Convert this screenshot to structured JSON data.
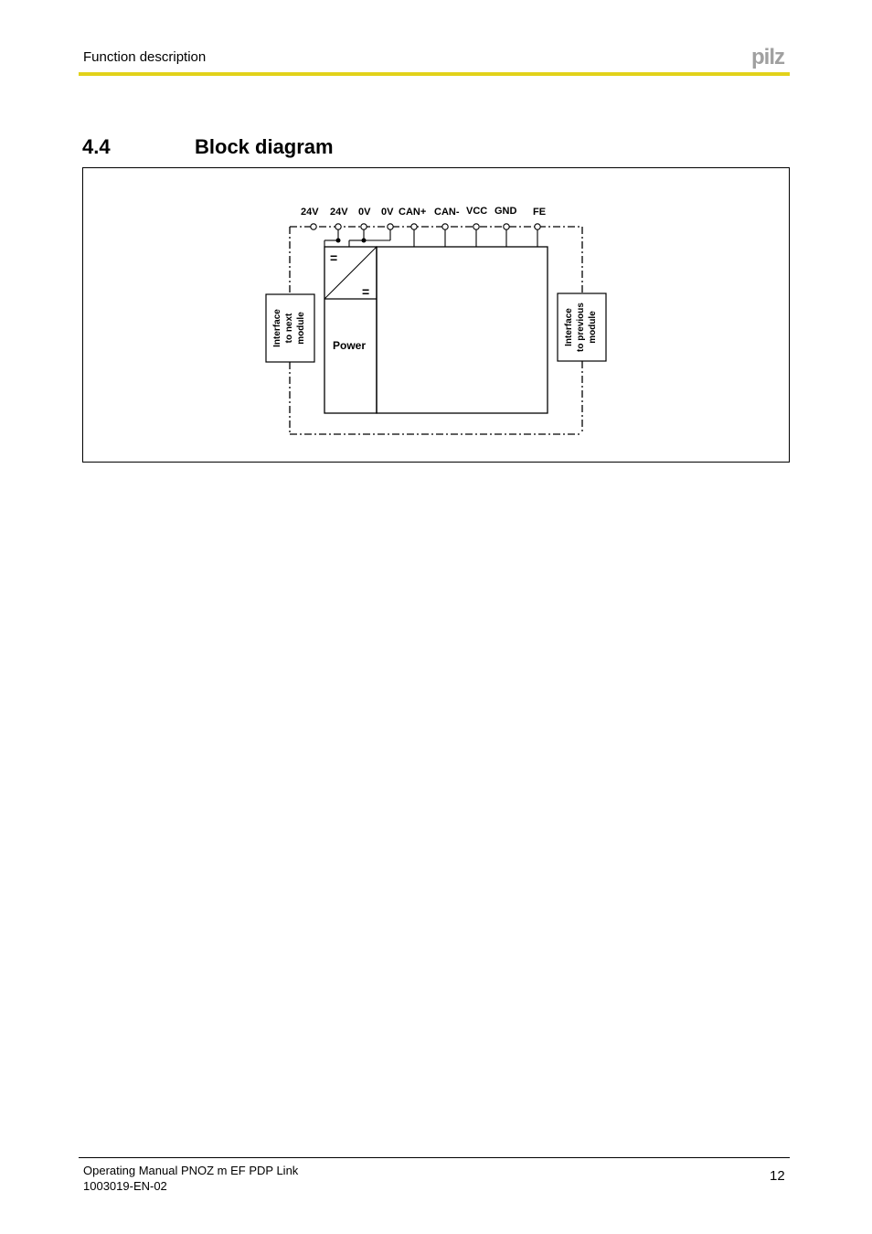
{
  "header": {
    "section_title": "Function description",
    "logo_text": "pilz",
    "rule_color": "#e2d21a"
  },
  "section": {
    "number": "4.4",
    "title": "Block diagram"
  },
  "diagram": {
    "terminals": [
      "24V",
      "24V",
      "0V",
      "0V",
      "CAN+",
      "CAN-",
      "VCC",
      "GND",
      "FE"
    ],
    "power_label": "Power",
    "converter_symbol": "=",
    "interface_left": [
      "Interface",
      "to next",
      "module"
    ],
    "interface_right": [
      "Interface",
      "to previous",
      "module"
    ]
  },
  "footer": {
    "manual_title": "Operating Manual PNOZ m EF PDP Link",
    "doc_number": "1003019-EN-02",
    "page_number": "12"
  }
}
